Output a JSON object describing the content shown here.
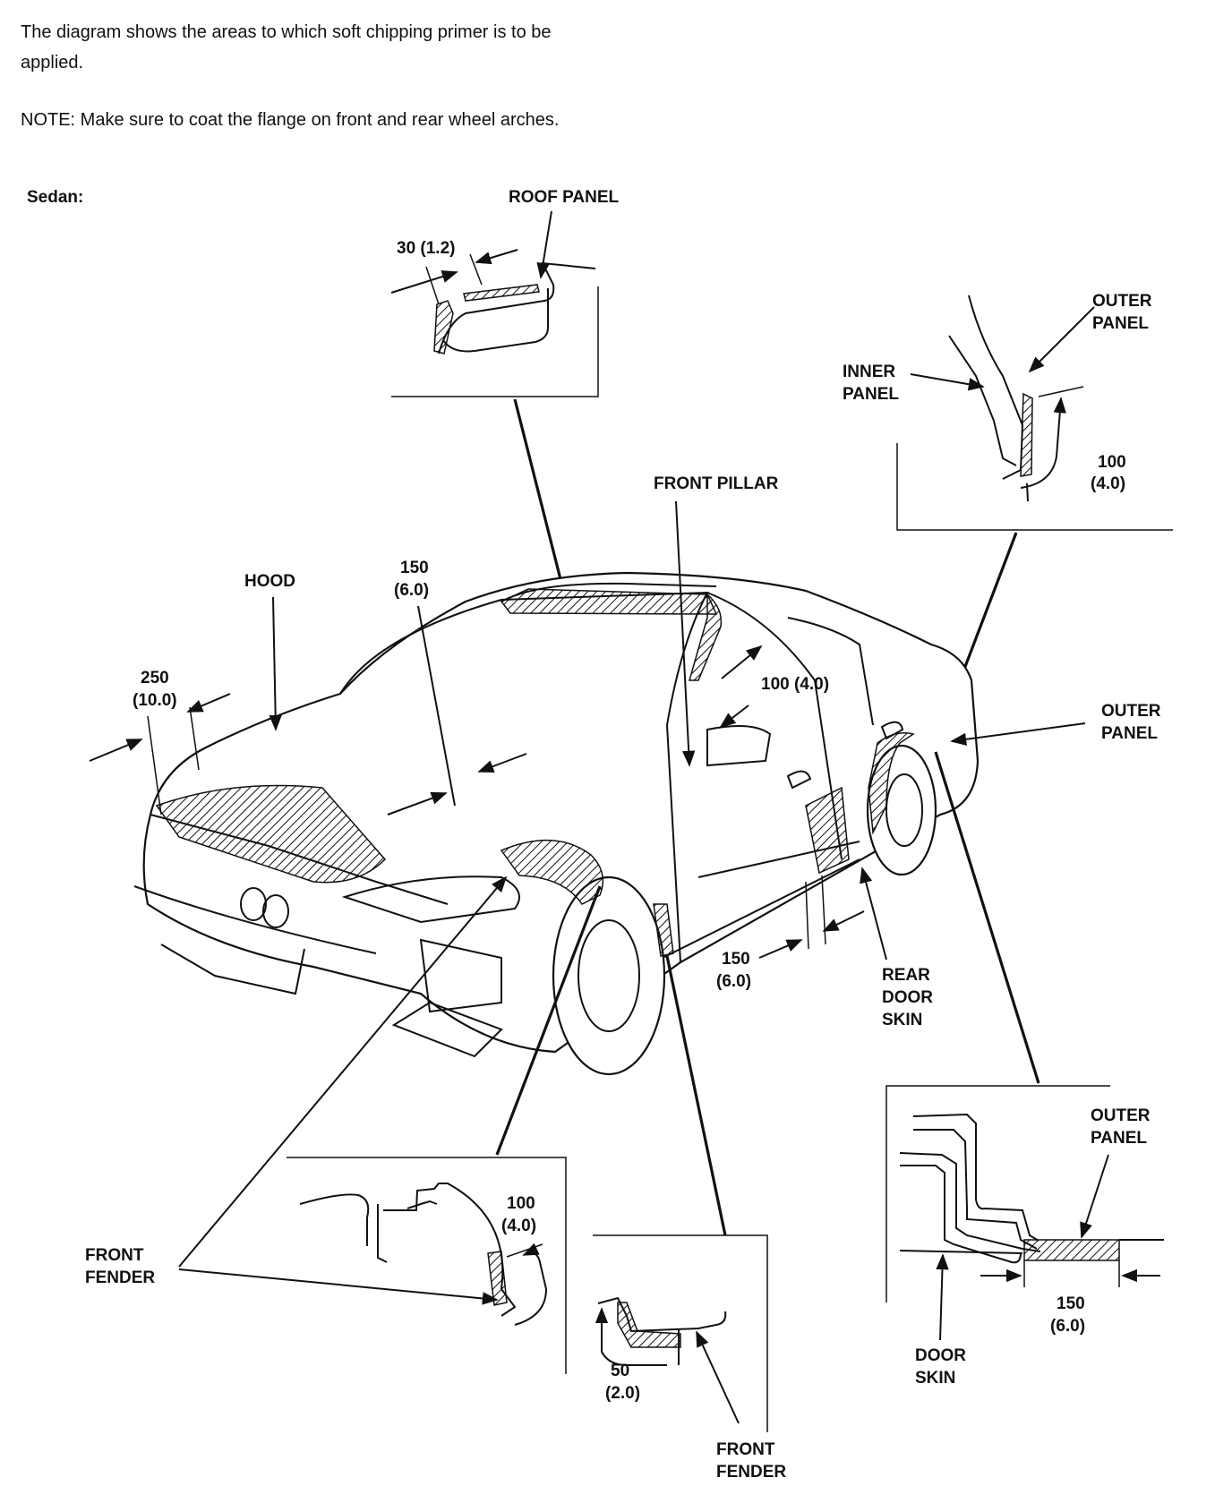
{
  "intro": {
    "line1": "The diagram shows the areas to which soft chipping primer is to be applied.",
    "line2": "NOTE: Make sure to coat the flange on front and rear wheel arches."
  },
  "section": "Sedan:",
  "labels": {
    "roof_panel": "ROOF PANEL",
    "roof_dim": "30 (1.2)",
    "outer_panel_top": [
      "OUTER",
      "PANEL"
    ],
    "inner_panel": [
      "INNER",
      "PANEL"
    ],
    "quarter_dim": [
      "100",
      "(4.0)"
    ],
    "front_pillar": "FRONT PILLAR",
    "hood": "HOOD",
    "hood_dim": [
      "150",
      "(6.0)"
    ],
    "fender_dim_top": [
      "250",
      "(10.0)"
    ],
    "pillar_dim": "100 (4.0)",
    "outer_panel_right": [
      "OUTER",
      "PANEL"
    ],
    "sill_dim": [
      "150",
      "(6.0)"
    ],
    "rear_door_skin": [
      "REAR",
      "DOOR",
      "SKIN"
    ],
    "front_fender_left": [
      "FRONT",
      "FENDER"
    ],
    "arch_dim": [
      "100",
      "(4.0)"
    ],
    "fender_lower_dim": [
      "50",
      "(2.0)"
    ],
    "front_fender_bottom": [
      "FRONT",
      "FENDER"
    ],
    "outer_panel_bottom": [
      "OUTER",
      "PANEL"
    ],
    "door_skin_dim": [
      "150",
      "(6.0)"
    ],
    "door_skin": [
      "DOOR",
      "SKIN"
    ]
  },
  "icons": [
    "arrow-icon"
  ]
}
